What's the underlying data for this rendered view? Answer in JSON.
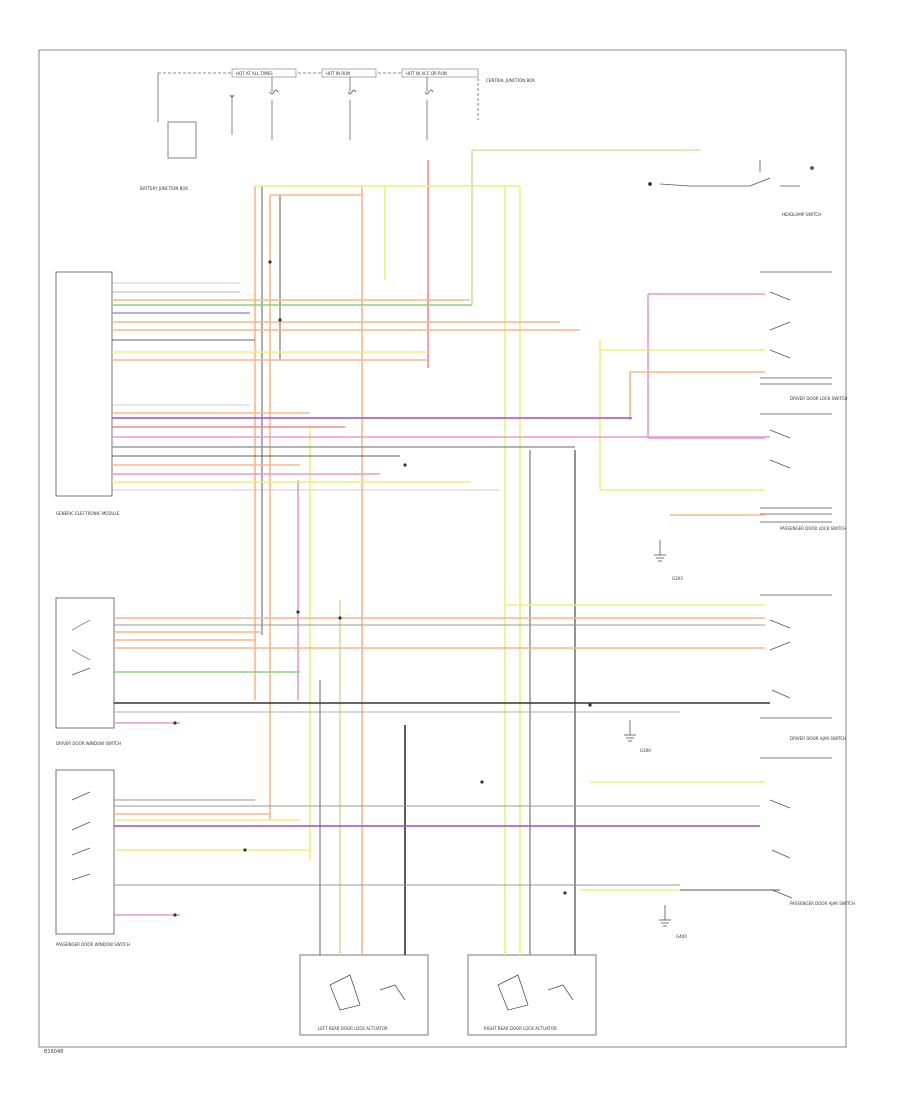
{
  "diagram": {
    "corner_label": "B16048",
    "colors": {
      "frame": "#777777",
      "component": "#555555",
      "yellow": "#f1ef7a",
      "orange": "#f6b88a",
      "green": "#8fd07a",
      "purple": "#9a54c2",
      "pink": "#e49ad8",
      "red": "#ee8a8a",
      "grey": "#9a9a9a",
      "black": "#333333",
      "violet": "#a98cd4",
      "lightgreen": "#c8e8a0"
    },
    "components": [
      {
        "key": "top_fusebox",
        "label": "HOT AT ALL TIMES"
      },
      {
        "key": "run_start",
        "label": "HOT IN RUN"
      },
      {
        "key": "acc_run",
        "label": "HOT IN ACC OR RUN"
      },
      {
        "key": "central_junction",
        "label": "CENTRAL JUNCTION BOX"
      },
      {
        "key": "battery_junction",
        "label": "BATTERY JUNCTION BOX"
      },
      {
        "key": "gem",
        "label": "GENERIC ELECTRONIC MODULE"
      },
      {
        "key": "headlamp_switch",
        "label": "HEADLAMP SWITCH"
      },
      {
        "key": "driver_door_lock",
        "label": "DRIVER DOOR LOCK SWITCH"
      },
      {
        "key": "passenger_door_lock",
        "label": "PASSENGER DOOR LOCK SWITCH"
      },
      {
        "key": "driver_door_ajar",
        "label": "DRIVER DOOR AJAR SWITCH"
      },
      {
        "key": "passenger_door_ajar",
        "label": "PASSENGER DOOR AJAR SWITCH"
      },
      {
        "key": "driver_window_switch",
        "label": "DRIVER DOOR WINDOW SWITCH"
      },
      {
        "key": "passenger_window_switch",
        "label": "PASSENGER DOOR WINDOW SWITCH"
      },
      {
        "key": "left_rear_actuator",
        "label": "LEFT REAR DOOR LOCK ACTUATOR"
      },
      {
        "key": "right_rear_actuator",
        "label": "RIGHT REAR DOOR LOCK ACTUATOR"
      },
      {
        "key": "ground_g1",
        "label": "G203"
      },
      {
        "key": "ground_g2",
        "label": "G300"
      },
      {
        "key": "ground_g3",
        "label": "G400"
      }
    ]
  }
}
